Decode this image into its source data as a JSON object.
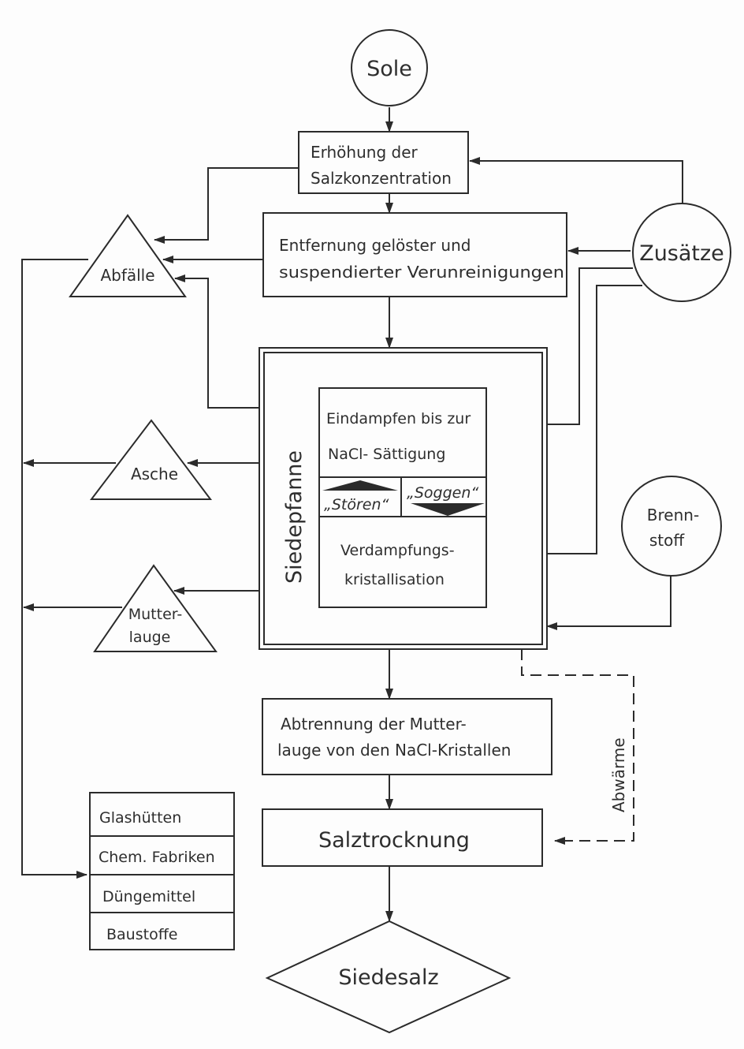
{
  "diagram": {
    "title": "Siedesalz-Herstellung",
    "nodes": {
      "sole": {
        "shape": "circle",
        "label": "Sole"
      },
      "erhoehung": {
        "shape": "rect",
        "lines": [
          "Erhöhung der",
          "Salzkonzentration"
        ]
      },
      "entfernung": {
        "shape": "rect",
        "lines": [
          "Entfernung gelöster und",
          "suspendierter Verunreinigungen"
        ]
      },
      "zusaetze": {
        "shape": "circle",
        "label": "Zusätze"
      },
      "abfaelle": {
        "shape": "triangle",
        "label": "Abfälle"
      },
      "siedepfanne": {
        "shape": "double-rect",
        "label": "Siedepfanne"
      },
      "eindampfen": {
        "shape": "rect",
        "lines": [
          "Eindampfen bis zur",
          "NaCl- Sättigung"
        ]
      },
      "stoeren": {
        "shape": "cell",
        "label": "„Stören“"
      },
      "soggen": {
        "shape": "cell",
        "label": "„Soggen“"
      },
      "verdampfung": {
        "shape": "rect",
        "lines": [
          "Verdampfungs-",
          "kristallisation"
        ]
      },
      "asche": {
        "shape": "triangle",
        "label": "Asche"
      },
      "mutterlauge": {
        "shape": "triangle",
        "lines": [
          "Mutter-",
          "lauge"
        ]
      },
      "brennstoff": {
        "shape": "circle",
        "lines": [
          "Brenn-",
          "stoff"
        ]
      },
      "abtrennung": {
        "shape": "rect",
        "lines": [
          "Abtrennung der Mutter-",
          "lauge von den NaCl-Kristallen"
        ]
      },
      "abwaerme": {
        "shape": "dashed-label",
        "label": "Abwärme"
      },
      "salztrocknung": {
        "shape": "rect",
        "label": "Salztrocknung"
      },
      "siedesalz": {
        "shape": "diamond",
        "label": "Siedesalz"
      },
      "verwendung": {
        "shape": "stacked-rect",
        "items": [
          "Glashütten",
          "Chem. Fabriken",
          "Düngemittel",
          "Baustoffe"
        ]
      }
    },
    "edges": [
      {
        "from": "sole",
        "to": "erhoehung"
      },
      {
        "from": "erhoehung",
        "to": "entfernung"
      },
      {
        "from": "entfernung",
        "to": "siedepfanne"
      },
      {
        "from": "zusaetze",
        "to": "erhoehung"
      },
      {
        "from": "zusaetze",
        "to": "entfernung"
      },
      {
        "from": "zusaetze",
        "to": "eindampfen"
      },
      {
        "from": "zusaetze",
        "to": "verdampfung"
      },
      {
        "from": "erhoehung",
        "to": "abfaelle"
      },
      {
        "from": "entfernung",
        "to": "abfaelle"
      },
      {
        "from": "eindampfen",
        "to": "abfaelle"
      },
      {
        "from": "siedepfanne",
        "to": "asche"
      },
      {
        "from": "verdampfung",
        "to": "mutterlauge"
      },
      {
        "from": "brennstoff",
        "to": "siedepfanne"
      },
      {
        "from": "siedepfanne",
        "to": "abtrennung"
      },
      {
        "from": "siedepfanne",
        "to": "salztrocknung",
        "style": "dashed",
        "label": "Abwärme"
      },
      {
        "from": "abtrennung",
        "to": "salztrocknung"
      },
      {
        "from": "salztrocknung",
        "to": "siedesalz"
      },
      {
        "from": "abfaelle",
        "to": "verwendung"
      },
      {
        "from": "asche",
        "to": "verwendung"
      },
      {
        "from": "mutterlauge",
        "to": "verwendung"
      }
    ]
  }
}
